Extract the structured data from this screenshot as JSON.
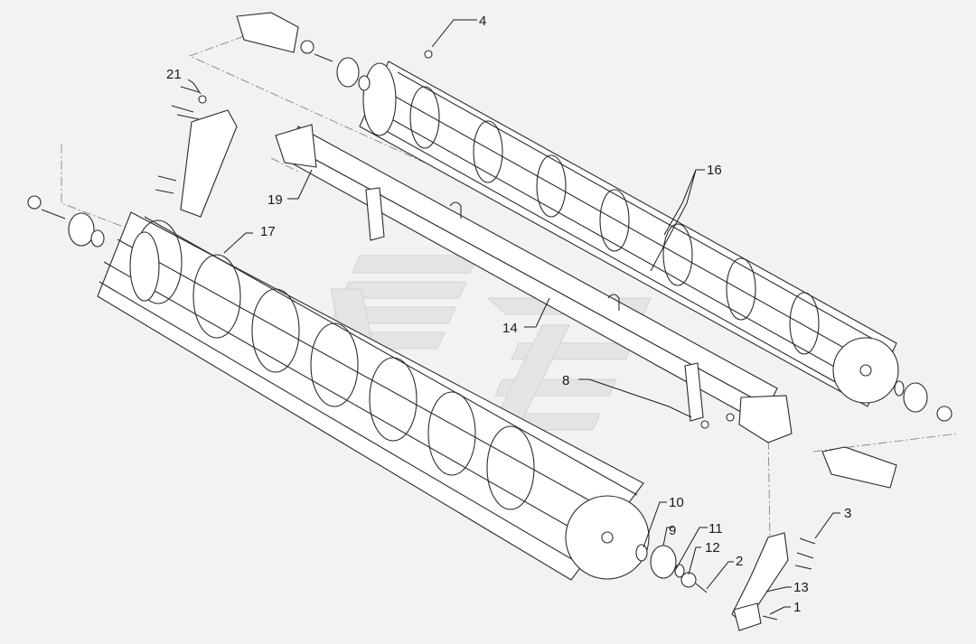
{
  "callouts": [
    {
      "id": "c4",
      "text": "4"
    },
    {
      "id": "c21",
      "text": "21"
    },
    {
      "id": "c19",
      "text": "19"
    },
    {
      "id": "c17",
      "text": "17"
    },
    {
      "id": "c16",
      "text": "16"
    },
    {
      "id": "c14",
      "text": "14"
    },
    {
      "id": "c8",
      "text": "8"
    },
    {
      "id": "c10",
      "text": "10"
    },
    {
      "id": "c9",
      "text": "9"
    },
    {
      "id": "c11",
      "text": "11"
    },
    {
      "id": "c12",
      "text": "12"
    },
    {
      "id": "c2",
      "text": "2"
    },
    {
      "id": "c3",
      "text": "3"
    },
    {
      "id": "c13",
      "text": "13"
    },
    {
      "id": "c1",
      "text": "1"
    }
  ],
  "colors": {
    "background": "#f2f2f2",
    "line": "#2a2a2a",
    "watermark": "#e3e3e3"
  }
}
